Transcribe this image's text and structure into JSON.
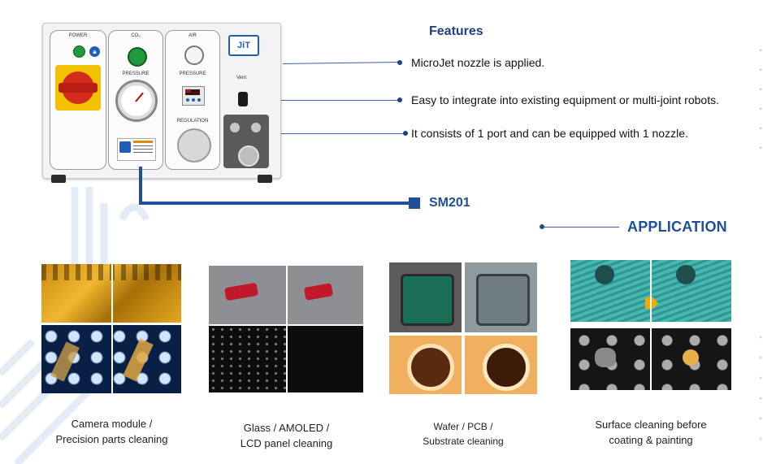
{
  "machine": {
    "labels": {
      "power": "POWER",
      "co2": "CO₂",
      "air": "AIR",
      "pressure_co2": "PRESSURE",
      "pressure_air": "PRESSURE",
      "regulation": "REGULATION",
      "vent": "Vent",
      "logo": "JiT"
    }
  },
  "features": {
    "title": "Features",
    "items": [
      "MicroJet nozzle is applied.",
      "Easy to integrate into existing equipment or multi-joint robots.",
      "It consists of 1 port and can be equipped with 1 nozzle."
    ]
  },
  "model": "SM201",
  "application": {
    "title": "APPLICATION",
    "items": [
      {
        "line1": "Camera module /",
        "line2": "Precision parts cleaning"
      },
      {
        "line1": "Glass / AMOLED /",
        "line2": "LCD panel cleaning"
      },
      {
        "line1": "Wafer / PCB /",
        "line2": "Substrate cleaning"
      },
      {
        "line1": "Surface cleaning before",
        "line2": "coating & painting"
      }
    ]
  },
  "colors": {
    "brand_blue": "#1f4f9a",
    "line_blue": "#3d5da8",
    "knob_red": "#d42b1e",
    "knob_yellow": "#f2c200"
  }
}
